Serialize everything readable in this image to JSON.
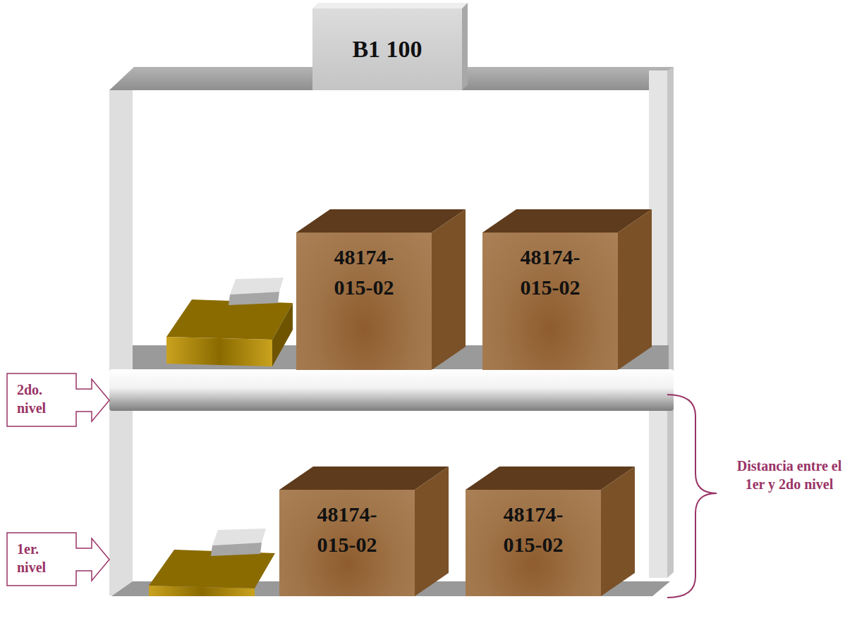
{
  "diagram": {
    "nodes": [
      {
        "text": [
          "B1 100"
        ]
      },
      {
        "text": [
          "48174- 015-02"
        ]
      },
      {
        "text": [
          "48174- 015-02"
        ]
      },
      {
        "text": [
          "2do. nivel"
        ]
      },
      {
        "text": [
          "48174- 015-02"
        ]
      },
      {
        "text": [
          "48174- 015-02"
        ]
      },
      {
        "text": [
          "1er. nivel"
        ]
      }
    ],
    "labels": [
      "Distancia entre el 1er y 2do nivel"
    ]
  }
}
